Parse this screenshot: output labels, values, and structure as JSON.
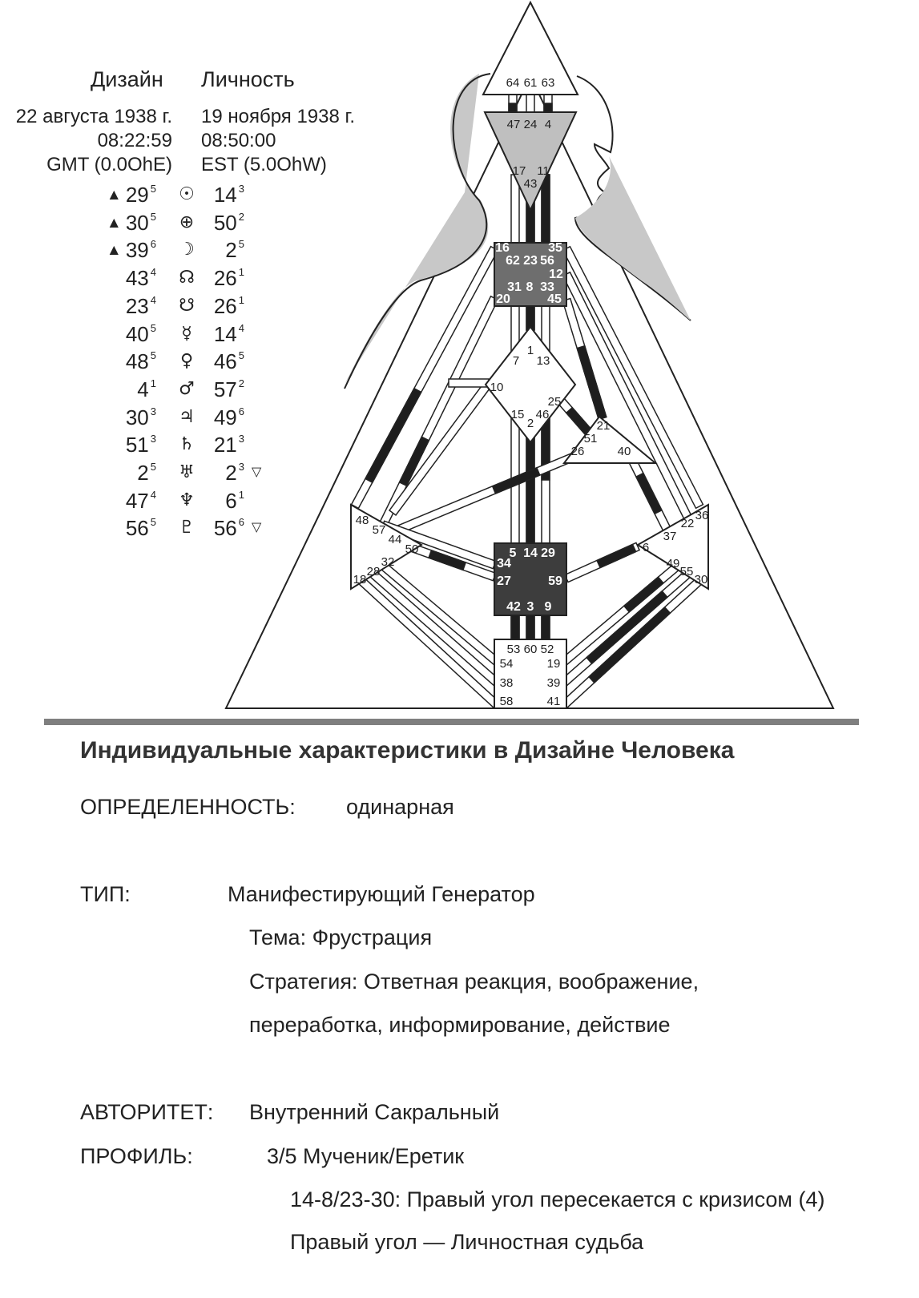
{
  "header": {
    "design_label": "Дизайн",
    "personality_label": "Личность",
    "design": {
      "date": "22 августа 1938 г.",
      "time": "08:22:59",
      "zone": "GMT (0.0OhE)"
    },
    "personality": {
      "date": "19 ноября 1938 г.",
      "time": "08:50:00",
      "zone": "EST (5.0OhW)"
    }
  },
  "planets": [
    {
      "glyph": "☉",
      "icon": "sun-icon",
      "design": "29",
      "design_line": "5",
      "design_arrow": true,
      "personality": "14",
      "personality_line": "3",
      "personality_arrow": false
    },
    {
      "glyph": "⊕",
      "icon": "earth-icon",
      "design": "30",
      "design_line": "5",
      "design_arrow": true,
      "personality": "50",
      "personality_line": "2",
      "personality_arrow": false
    },
    {
      "glyph": "☽",
      "icon": "moon-icon",
      "design": "39",
      "design_line": "6",
      "design_arrow": true,
      "personality": "2",
      "personality_line": "5",
      "personality_arrow": false
    },
    {
      "glyph": "☊",
      "icon": "north-node-icon",
      "design": "43",
      "design_line": "4",
      "design_arrow": false,
      "personality": "26",
      "personality_line": "1",
      "personality_arrow": false
    },
    {
      "glyph": "☋",
      "icon": "south-node-icon",
      "design": "23",
      "design_line": "4",
      "design_arrow": false,
      "personality": "26",
      "personality_line": "1",
      "personality_arrow": false
    },
    {
      "glyph": "☿",
      "icon": "mercury-icon",
      "design": "40",
      "design_line": "5",
      "design_arrow": false,
      "personality": "14",
      "personality_line": "4",
      "personality_arrow": false
    },
    {
      "glyph": "♀",
      "icon": "venus-icon",
      "design": "48",
      "design_line": "5",
      "design_arrow": false,
      "personality": "46",
      "personality_line": "5",
      "personality_arrow": false
    },
    {
      "glyph": "♂",
      "icon": "mars-icon",
      "design": "4",
      "design_line": "1",
      "design_arrow": false,
      "personality": "57",
      "personality_line": "2",
      "personality_arrow": false
    },
    {
      "glyph": "♃",
      "icon": "jupiter-icon",
      "design": "30",
      "design_line": "3",
      "design_arrow": false,
      "personality": "49",
      "personality_line": "6",
      "personality_arrow": false
    },
    {
      "glyph": "♄",
      "icon": "saturn-icon",
      "design": "51",
      "design_line": "3",
      "design_arrow": false,
      "personality": "21",
      "personality_line": "3",
      "personality_arrow": false
    },
    {
      "glyph": "♅",
      "icon": "uranus-icon",
      "design": "2",
      "design_line": "5",
      "design_arrow": false,
      "personality": "2",
      "personality_line": "3",
      "personality_arrow": true
    },
    {
      "glyph": "♆",
      "icon": "neptune-icon",
      "design": "47",
      "design_line": "4",
      "design_arrow": false,
      "personality": "6",
      "personality_line": "1",
      "personality_arrow": false
    },
    {
      "glyph": "♇",
      "icon": "pluto-icon",
      "design": "56",
      "design_line": "5",
      "design_arrow": false,
      "personality": "56",
      "personality_line": "6",
      "personality_arrow": true
    }
  ],
  "bodygraph": {
    "colors": {
      "defined_center": "#3d3d3d",
      "throat_center": "#6e6e6e",
      "ajna_center": "#bfbfbf",
      "aura": "#c8c8c8",
      "open_center": "#ffffff",
      "line": "#222222"
    },
    "gates": {
      "head": [
        "64",
        "61",
        "63"
      ],
      "ajna": [
        "47",
        "24",
        "4",
        "17",
        "43",
        "11"
      ],
      "throat": [
        "16",
        "35",
        "62",
        "23",
        "56",
        "12",
        "31",
        "8",
        "33",
        "20",
        "45"
      ],
      "g": [
        "7",
        "1",
        "13",
        "10",
        "25",
        "15",
        "2",
        "46"
      ],
      "heart": [
        "21",
        "51",
        "26",
        "40"
      ],
      "spleen": [
        "48",
        "57",
        "44",
        "50",
        "32",
        "28",
        "18"
      ],
      "solar": [
        "36",
        "22",
        "37",
        "6",
        "49",
        "55",
        "30"
      ],
      "sacral": [
        "5",
        "14",
        "29",
        "34",
        "27",
        "59",
        "42",
        "3",
        "9"
      ],
      "root": [
        "53",
        "60",
        "52",
        "54",
        "19",
        "38",
        "39",
        "58",
        "41"
      ]
    }
  },
  "traits": {
    "title": "Индивидуальные характеристики в Дизайне Человека",
    "definition_label": "ОПРЕДЕЛЕННОСТЬ:",
    "definition_value": "одинарная",
    "type_label": "ТИП:",
    "type_value": "Манифестирующий Генератор",
    "theme": "Тема: Фрустрация",
    "strategy_1": "Стратегия: Ответная реакция, воображение,",
    "strategy_2": "переработка, информирование, действие",
    "authority_label": "АВТОРИТЕТ:",
    "authority_value": "Внутренний Сакральный",
    "profile_label": "ПРОФИЛЬ:",
    "profile_value": "3/5 Мученик/Еретик",
    "cross": "14-8/23-30: Правый угол пересекается с кризисом (4)",
    "cross_type": "Правый угол — Личностная судьба"
  }
}
